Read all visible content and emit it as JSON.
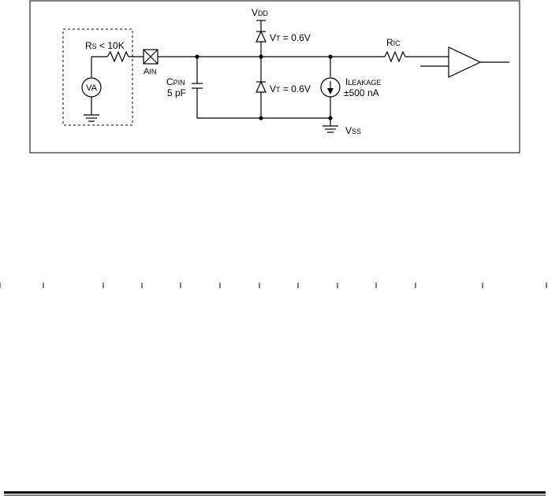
{
  "circuit": {
    "vdd": {
      "main": "V",
      "sub": "DD"
    },
    "vss": {
      "main": "V",
      "sub": "SS"
    },
    "rs": {
      "main": "R",
      "sub": "S",
      "suffix": " < 10K"
    },
    "va": "VA",
    "ain": {
      "main": "A",
      "sub": "IN"
    },
    "cpin": {
      "main": "C",
      "sub": "PIN",
      "value": "5 pF"
    },
    "diode_top": {
      "main": "V",
      "sub": "T",
      "suffix": " = 0.6V"
    },
    "diode_bottom": {
      "main": "V",
      "sub": "T",
      "suffix": " = 0.6V"
    },
    "ileakage": {
      "main": "I",
      "sub": "LEAKAGE",
      "value": "±500 nA"
    },
    "ric": {
      "main": "R",
      "sub": "IC"
    }
  }
}
